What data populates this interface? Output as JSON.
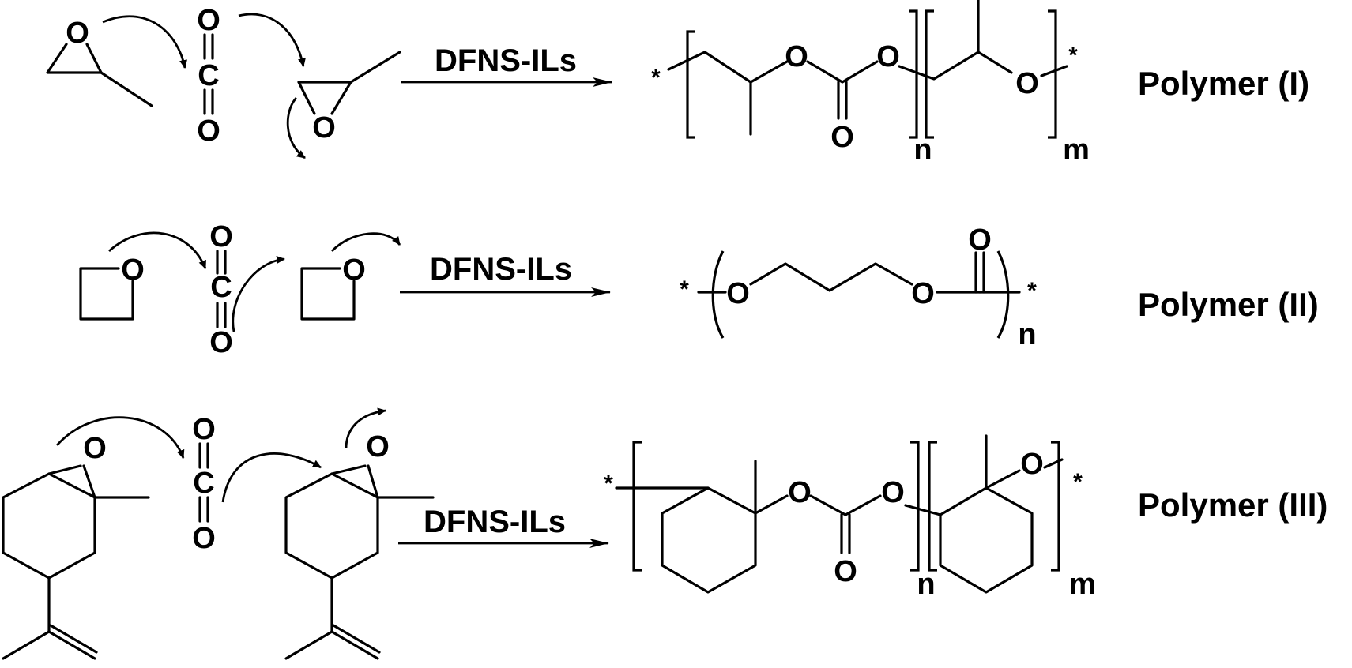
{
  "diagram": {
    "atoms": {
      "oxygen": "O",
      "carbon": "C"
    },
    "reaction_condition": "DFNS-ILs",
    "end_group": "*",
    "repeat_n": "n",
    "repeat_m": "m",
    "rows": [
      {
        "product_label": "Polymer (I)"
      },
      {
        "product_label": "Polymer (II)"
      },
      {
        "product_label": "Polymer (III)"
      }
    ]
  }
}
